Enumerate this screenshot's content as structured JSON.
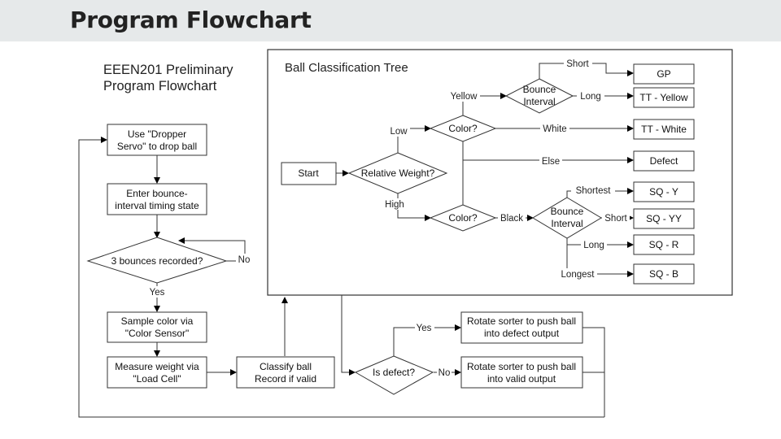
{
  "page": {
    "title": "Program Flowchart"
  },
  "left_flow": {
    "heading": [
      "EEEN201 Preliminary",
      "Program Flowchart"
    ],
    "drop": [
      "Use \"Dropper",
      "Servo\" to drop ball"
    ],
    "timing": [
      "Enter bounce-",
      "interval timing state"
    ],
    "bounces": "3 bounces recorded?",
    "no": "No",
    "yes": "Yes",
    "color": [
      "Sample color via",
      "\"Color Sensor\""
    ],
    "weight": [
      "Measure weight via",
      "\"Load Cell\""
    ],
    "classify": [
      "Classify ball",
      "Record if valid"
    ],
    "is_defect": "Is defect?",
    "defect_yes": "Yes",
    "defect_no": "No",
    "to_defect": [
      "Rotate sorter to push ball",
      "into defect output"
    ],
    "to_valid": [
      "Rotate sorter to push ball",
      "into valid output"
    ]
  },
  "tree": {
    "title": "Ball Classification Tree",
    "start": "Start",
    "relative_weight": "Relative Weight?",
    "low": "Low",
    "high": "High",
    "color_top": "Color?",
    "color_bottom": "Color?",
    "yellow": "Yellow",
    "white": "White",
    "else": "Else",
    "black": "Black",
    "bounce_top": [
      "Bounce",
      "Interval"
    ],
    "bounce_bottom": [
      "Bounce",
      "Interval"
    ],
    "short_top": "Short",
    "long_top": "Long",
    "shortest": "Shortest",
    "short_bottom": "Short",
    "long_bottom": "Long",
    "longest": "Longest",
    "out_gp": "GP",
    "out_tt_yellow": "TT - Yellow",
    "out_tt_white": "TT - White",
    "out_defect": "Defect",
    "out_sq_y": "SQ - Y",
    "out_sq_yy": "SQ - YY",
    "out_sq_r": "SQ - R",
    "out_sq_b": "SQ - B"
  }
}
